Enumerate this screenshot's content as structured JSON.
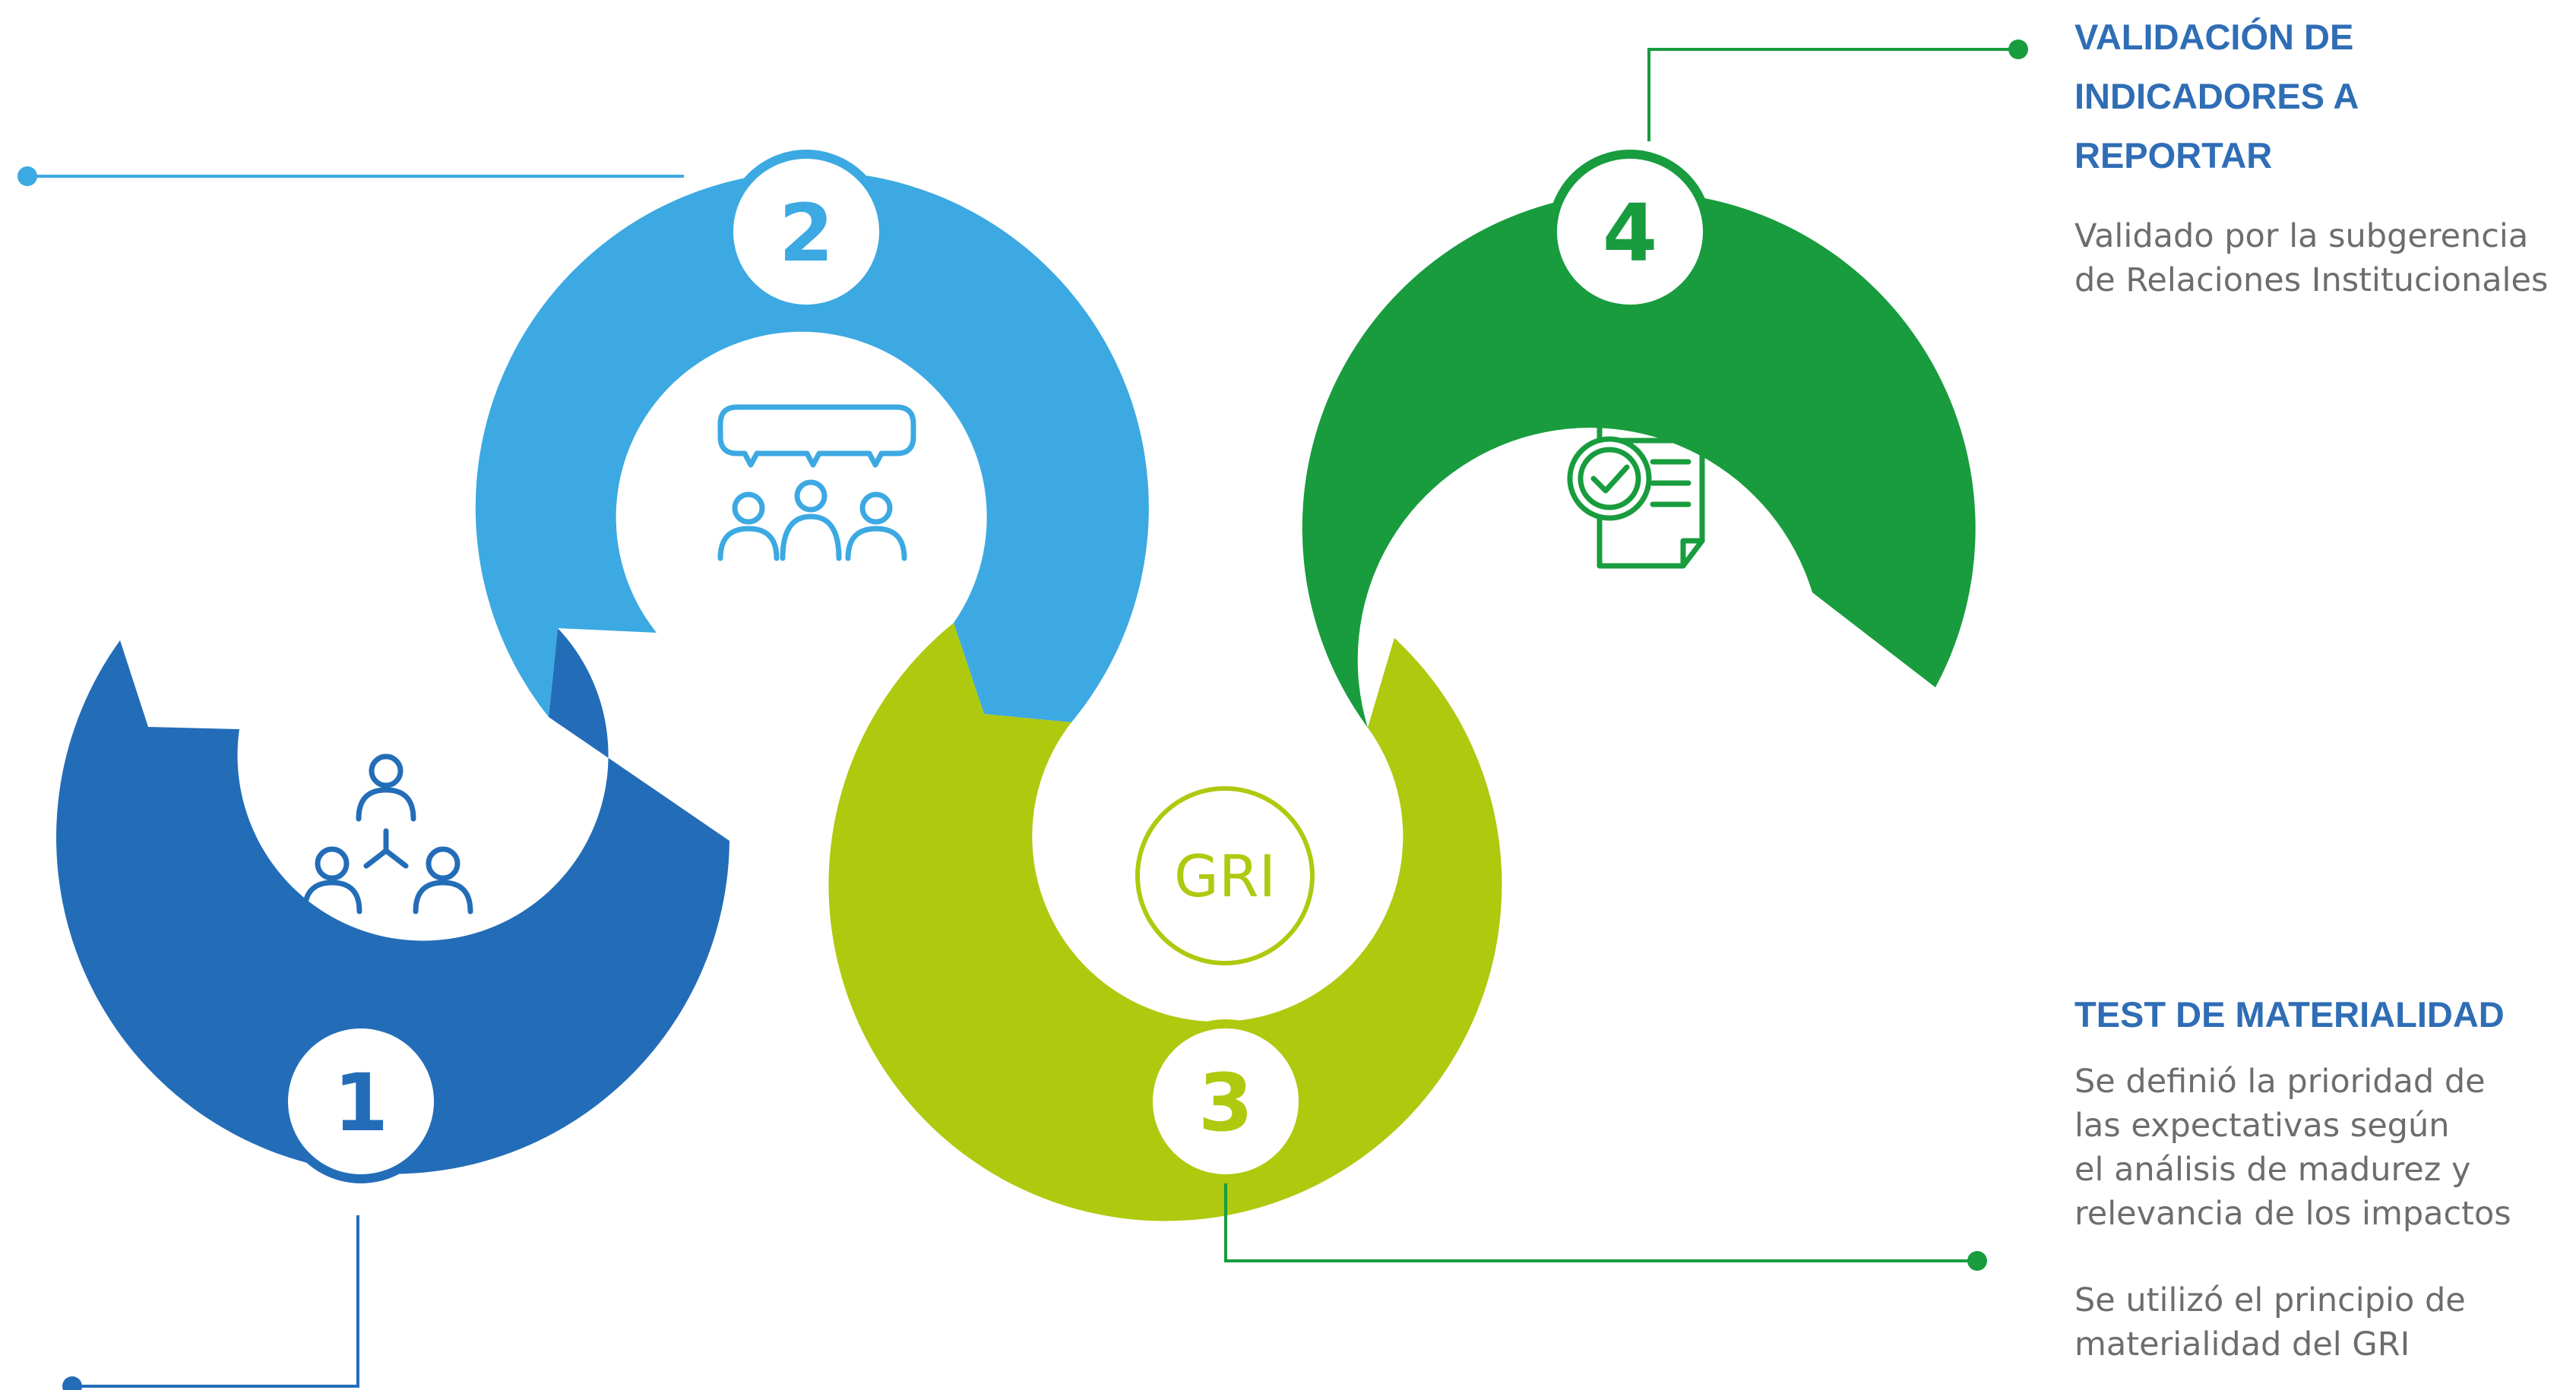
{
  "steps": [
    {
      "number": "1",
      "color": "#236db8",
      "icon": "people-network-icon"
    },
    {
      "number": "2",
      "color": "#3ca9e2",
      "icon": "group-discussion-icon"
    },
    {
      "number": "3",
      "color": "#afc90f",
      "icon": "gri-badge-icon",
      "icon_label": "GRI"
    },
    {
      "number": "4",
      "color": "#189c3e",
      "icon": "checklist-document-icon"
    }
  ],
  "step4_text": {
    "title_line1": "VALIDACIÓN DE",
    "title_line2": "INDICADORES A REPORTAR",
    "desc_line1": "Validado por la subgerencia",
    "desc_line2": "de Relaciones Institucionales"
  },
  "step3_text": {
    "title": "TEST DE MATERIALIDAD",
    "p1_line1": "Se definió la prioridad de",
    "p1_line2": "las expectativas según",
    "p1_line3": "el análisis de madurez y",
    "p1_line4": "relevancia de los impactos",
    "p2_line1": "Se utilizó el principio de",
    "p2_line2": "materialidad del GRI"
  },
  "colors": {
    "heading": "#2f6db5",
    "body_text": "#6d6d6d"
  }
}
